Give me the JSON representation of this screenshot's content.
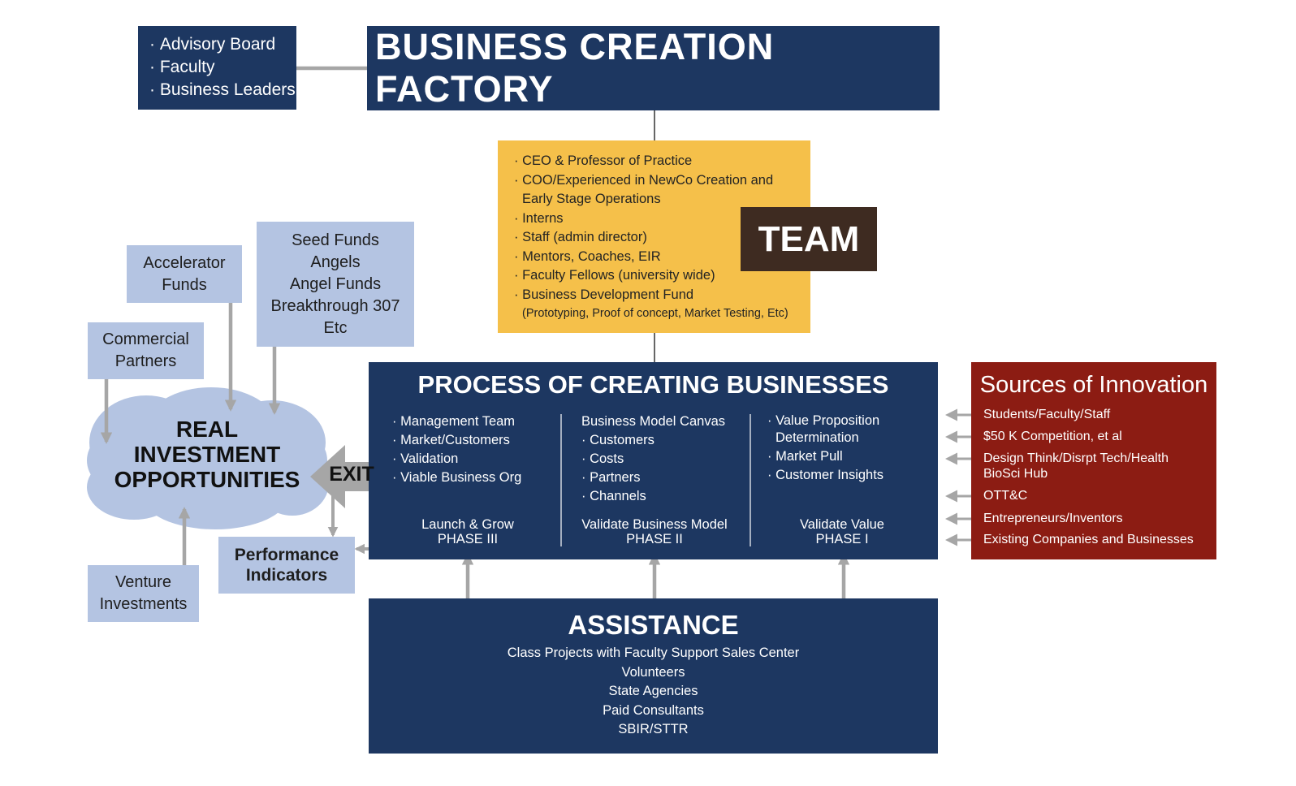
{
  "factory": {
    "title": "BUSINESS CREATION FACTORY",
    "advisory": [
      "Advisory Board",
      "Faculty",
      "Business Leaders"
    ]
  },
  "team": {
    "label": "TEAM",
    "items": [
      "CEO & Professor of Practice",
      "COO/Experienced in NewCo Creation and",
      "Early Stage Operations",
      "Interns",
      "Staff (admin director)",
      "Mentors, Coaches, EIR",
      "Faculty Fellows (university wide)",
      "Business Development Fund",
      "(Prototyping, Proof of concept, Market Testing, Etc)"
    ]
  },
  "process": {
    "title": "PROCESS OF CREATING BUSINESSES",
    "col1": [
      "Management Team",
      "Market/Customers",
      "Validation",
      "Viable Business Org"
    ],
    "col2_heading": "Business Model Canvas",
    "col2": [
      "Customers",
      "Costs",
      "Partners",
      "Channels"
    ],
    "col3": [
      "Value Proposition",
      "Determination",
      "Market Pull",
      "Customer Insights"
    ],
    "phases": [
      {
        "name": "Launch & Grow",
        "label": "PHASE III"
      },
      {
        "name": "Validate Business Model",
        "label": "PHASE II"
      },
      {
        "name": "Validate Value",
        "label": "PHASE I"
      }
    ]
  },
  "sources": {
    "title": "Sources of Innovation",
    "items": [
      "Students/Faculty/Staff",
      "$50 K Competition, et al",
      "Design Think/Disrpt Tech/Health",
      "BioSci Hub",
      "OTT&C",
      "Entrepreneurs/Inventors",
      "Existing Companies and Businesses"
    ]
  },
  "assistance": {
    "title": "ASSISTANCE",
    "lines": [
      "Class Projects with Faculty Support Sales Center",
      "Volunteers",
      "State Agencies",
      "Paid Consultants",
      "SBIR/STTR"
    ]
  },
  "investment": {
    "cloud_lines": [
      "REAL",
      "INVESTMENT",
      "OPPORTUNITIES"
    ],
    "exit_label": "EXIT",
    "performance": [
      "Performance",
      "Indicators"
    ],
    "accelerator": [
      "Accelerator",
      "Funds"
    ],
    "seed": [
      "Seed Funds",
      "Angels",
      "Angel Funds",
      "Breakthrough 307",
      "Etc"
    ],
    "commercial": [
      "Commercial",
      "Partners"
    ],
    "venture": [
      "Venture",
      "Investments"
    ]
  },
  "colors": {
    "navy": "#1d3761",
    "gold": "#f5c04a",
    "brown": "#3e2b21",
    "maroon": "#8c1c13",
    "light_blue": "#b4c4e2",
    "arrow_gray": "#a6a6a6"
  }
}
